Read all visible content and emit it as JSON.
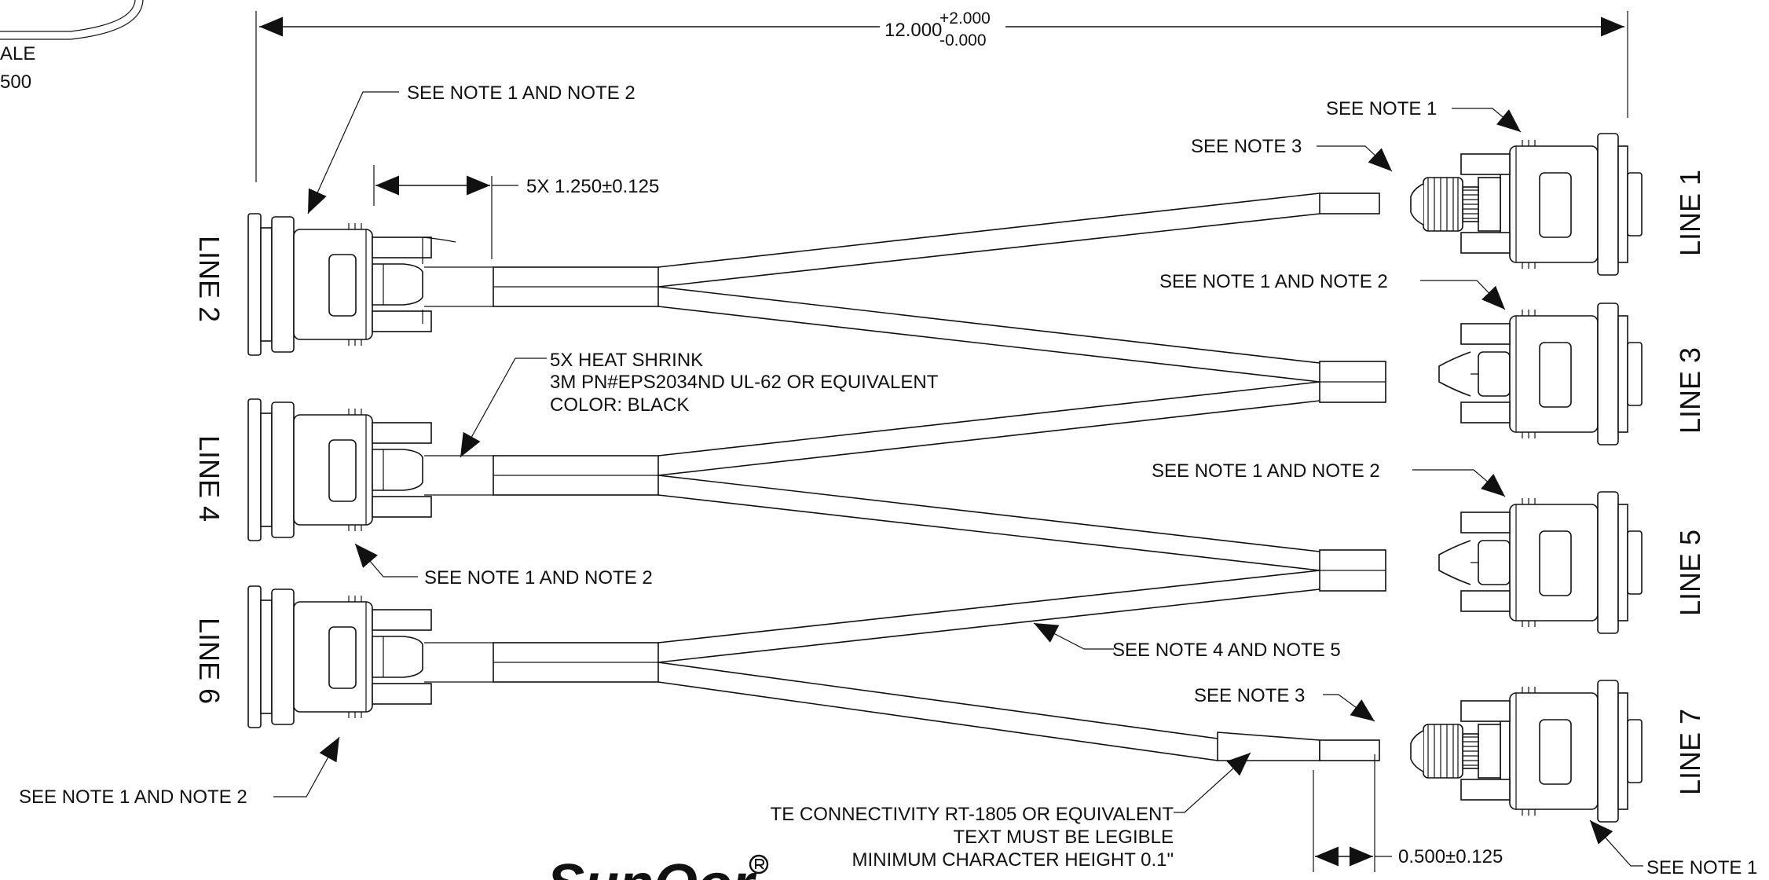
{
  "scale_fragment": {
    "line1": "ALE",
    "line2": "500"
  },
  "overall_dim": {
    "nominal": "12.000",
    "plus": "+2.000",
    "minus": "-0.000"
  },
  "breakout_dim": "5X 1.250±0.125",
  "marker_dim": "0.500±0.125",
  "heat_shrink": [
    "5X HEAT SHRINK",
    "3M PN#EPS2034ND UL-62 OR EQUIVALENT",
    "COLOR: BLACK"
  ],
  "marker_note": [
    "TE CONNECTIVITY RT-1805 OR EQUIVALENT",
    "TEXT MUST BE LEGIBLE",
    "MINIMUM CHARACTER HEIGHT 0.1\""
  ],
  "callouts": {
    "n12_top_left": "SEE NOTE 1 AND NOTE 2",
    "n1_line1": "SEE NOTE 1",
    "n3_line1": "SEE NOTE 3",
    "n12_line3": "SEE NOTE 1 AND NOTE 2",
    "n12_line5": "SEE NOTE 1 AND NOTE 2",
    "n12_line4": "SEE NOTE 1 AND NOTE 2",
    "n45_cable": "SEE NOTE 4 AND NOTE 5",
    "n3_line7": "SEE NOTE 3",
    "n12_line6": "SEE NOTE 1 AND NOTE 2",
    "n1_line7": "SEE NOTE 1"
  },
  "line_labels": {
    "line2": "LINE 2",
    "line4": "LINE 4",
    "line6": "LINE 6",
    "line1": "LINE 1",
    "line3": "LINE 3",
    "line5": "LINE 5",
    "line7": "LINE 7"
  },
  "logo": "SunQor"
}
